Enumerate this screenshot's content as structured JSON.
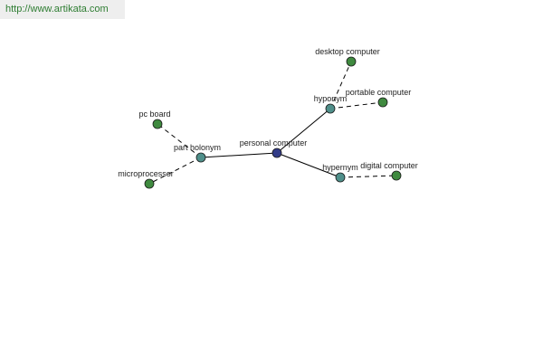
{
  "header": {
    "url": "http://www.artikata.com"
  },
  "graph": {
    "colors": {
      "root": "#333c88",
      "relation": "#4f8f8a",
      "leaf": "#3f8a3f",
      "edge": "#000000"
    },
    "nodes": [
      {
        "id": "personal-computer",
        "label": "personal computer",
        "kind": "root"
      },
      {
        "id": "hyponym",
        "label": "hyponym",
        "kind": "relation"
      },
      {
        "id": "part-holonym",
        "label": "part holonym",
        "kind": "relation"
      },
      {
        "id": "hypernym",
        "label": "hypernym",
        "kind": "relation"
      },
      {
        "id": "desktop-computer",
        "label": "desktop computer",
        "kind": "leaf"
      },
      {
        "id": "portable-computer",
        "label": "portable computer",
        "kind": "leaf"
      },
      {
        "id": "pc-board",
        "label": "pc board",
        "kind": "leaf"
      },
      {
        "id": "microprocessor",
        "label": "microprocessor",
        "kind": "leaf"
      },
      {
        "id": "digital-computer",
        "label": "digital computer",
        "kind": "leaf"
      }
    ],
    "edges": [
      {
        "from": "personal-computer",
        "to": "hyponym",
        "style": "solid"
      },
      {
        "from": "personal-computer",
        "to": "part-holonym",
        "style": "solid"
      },
      {
        "from": "personal-computer",
        "to": "hypernym",
        "style": "solid"
      },
      {
        "from": "hyponym",
        "to": "desktop-computer",
        "style": "dashed"
      },
      {
        "from": "hyponym",
        "to": "portable-computer",
        "style": "dashed"
      },
      {
        "from": "part-holonym",
        "to": "pc-board",
        "style": "dashed"
      },
      {
        "from": "part-holonym",
        "to": "microprocessor",
        "style": "dashed"
      },
      {
        "from": "hypernym",
        "to": "digital-computer",
        "style": "dashed"
      }
    ]
  }
}
